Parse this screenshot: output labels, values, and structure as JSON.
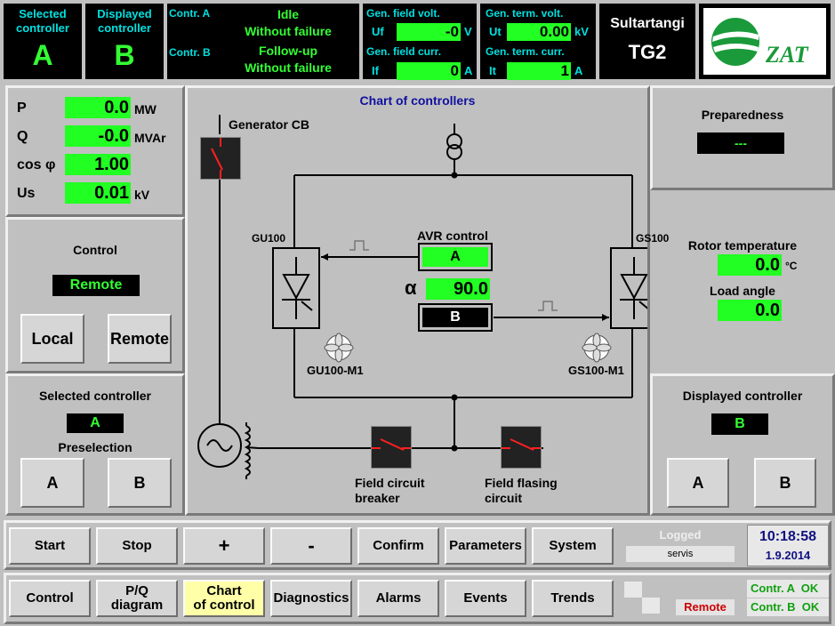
{
  "header": {
    "selected_controller_label": "Selected controller",
    "selected_controller_value": "A",
    "displayed_controller_label": "Displayed controller",
    "displayed_controller_value": "B",
    "contr_a_label": "Contr. A",
    "contr_a_status1": "Idle",
    "contr_a_status2": "Without failure",
    "contr_b_label": "Contr. B",
    "contr_b_status1": "Follow-up",
    "contr_b_status2": "Without failure",
    "gen_field_volt_label": "Gen. field volt.",
    "uf_label": "Uf",
    "uf_value": "-0",
    "uf_unit": "V",
    "gen_field_curr_label": "Gen. field curr.",
    "if_label": "If",
    "if_value": "0",
    "if_unit": "A",
    "gen_term_volt_label": "Gen. term. volt.",
    "ut_label": "Ut",
    "ut_value": "0.00",
    "ut_unit": "kV",
    "gen_term_curr_label": "Gen. term. curr.",
    "it_label": "It",
    "it_value": "1",
    "it_unit": "A",
    "station_name": "Sultartangi",
    "unit_name": "TG2",
    "logo_text": "ZAT"
  },
  "measurements": {
    "p_label": "P",
    "p_value": "0.0",
    "p_unit": "MW",
    "q_label": "Q",
    "q_value": "-0.0",
    "q_unit": "MVAr",
    "cos_label": "cos φ",
    "cos_value": "1.00",
    "us_label": "Us",
    "us_value": "0.01",
    "us_unit": "kV"
  },
  "control": {
    "title": "Control",
    "status": "Remote",
    "local_button": "Local",
    "remote_button": "Remote"
  },
  "selected": {
    "title": "Selected controller",
    "value": "A",
    "preselection": "Preselection",
    "a_button": "A",
    "b_button": "B"
  },
  "diagram": {
    "title": "Chart of controllers",
    "generator_cb": "Generator CB",
    "gu100": "GU100",
    "gs100": "GS100",
    "avr_control": "AVR control",
    "avr_a": "A",
    "alpha_symbol": "α",
    "alpha_value": "90.0",
    "avr_b": "B",
    "gu100_m1": "GU100-M1",
    "gs100_m1": "GS100-M1",
    "field_cb_line1": "Field circuit",
    "field_cb_line2": "breaker",
    "field_flash_line1": "Field flasing",
    "field_flash_line2": "circuit"
  },
  "preparedness": {
    "title": "Preparedness",
    "value": "---"
  },
  "rotor": {
    "temp_label": "Rotor temperature",
    "temp_value": "0.0",
    "temp_unit": "°C",
    "load_angle_label": "Load angle",
    "load_angle_value": "0.0"
  },
  "displayed": {
    "title": "Displayed controller",
    "value": "B",
    "a_button": "A",
    "b_button": "B"
  },
  "toolbar": {
    "start": "Start",
    "stop": "Stop",
    "plus": "+",
    "minus": "-",
    "confirm": "Confirm",
    "parameters": "Parameters",
    "system": "System",
    "logged_label": "Logged",
    "logged_user": "servis",
    "time": "10:18:58",
    "date": "1.9.2014"
  },
  "nav": {
    "control": "Control",
    "pq_line1": "P/Q",
    "pq_line2": "diagram",
    "chart_line1": "Chart",
    "chart_line2": "of control",
    "diagnostics": "Diagnostics",
    "alarms": "Alarms",
    "events": "Events",
    "trends": "Trends",
    "remote_status": "Remote",
    "contr_a_ok": "Contr. A  OK",
    "contr_b_ok": "Contr. B  OK"
  },
  "colors": {
    "lcd_green": "#22ff22",
    "header_cyan": "#00e0e0",
    "status_green": "#33ff33",
    "breaker_red": "#ff2020",
    "active_nav": "#ffffa8",
    "remote_red": "#cc0000"
  }
}
